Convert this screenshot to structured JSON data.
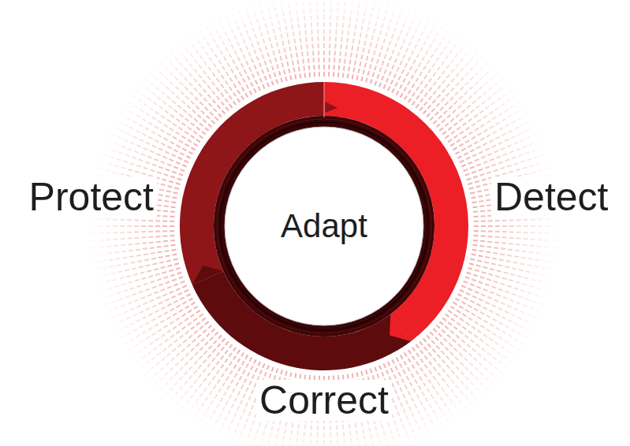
{
  "diagram": {
    "nodes": [
      {
        "text": [
          "Adapt"
        ]
      }
    ],
    "labels": [
      "Protect",
      "Detect",
      "Correct"
    ]
  }
}
